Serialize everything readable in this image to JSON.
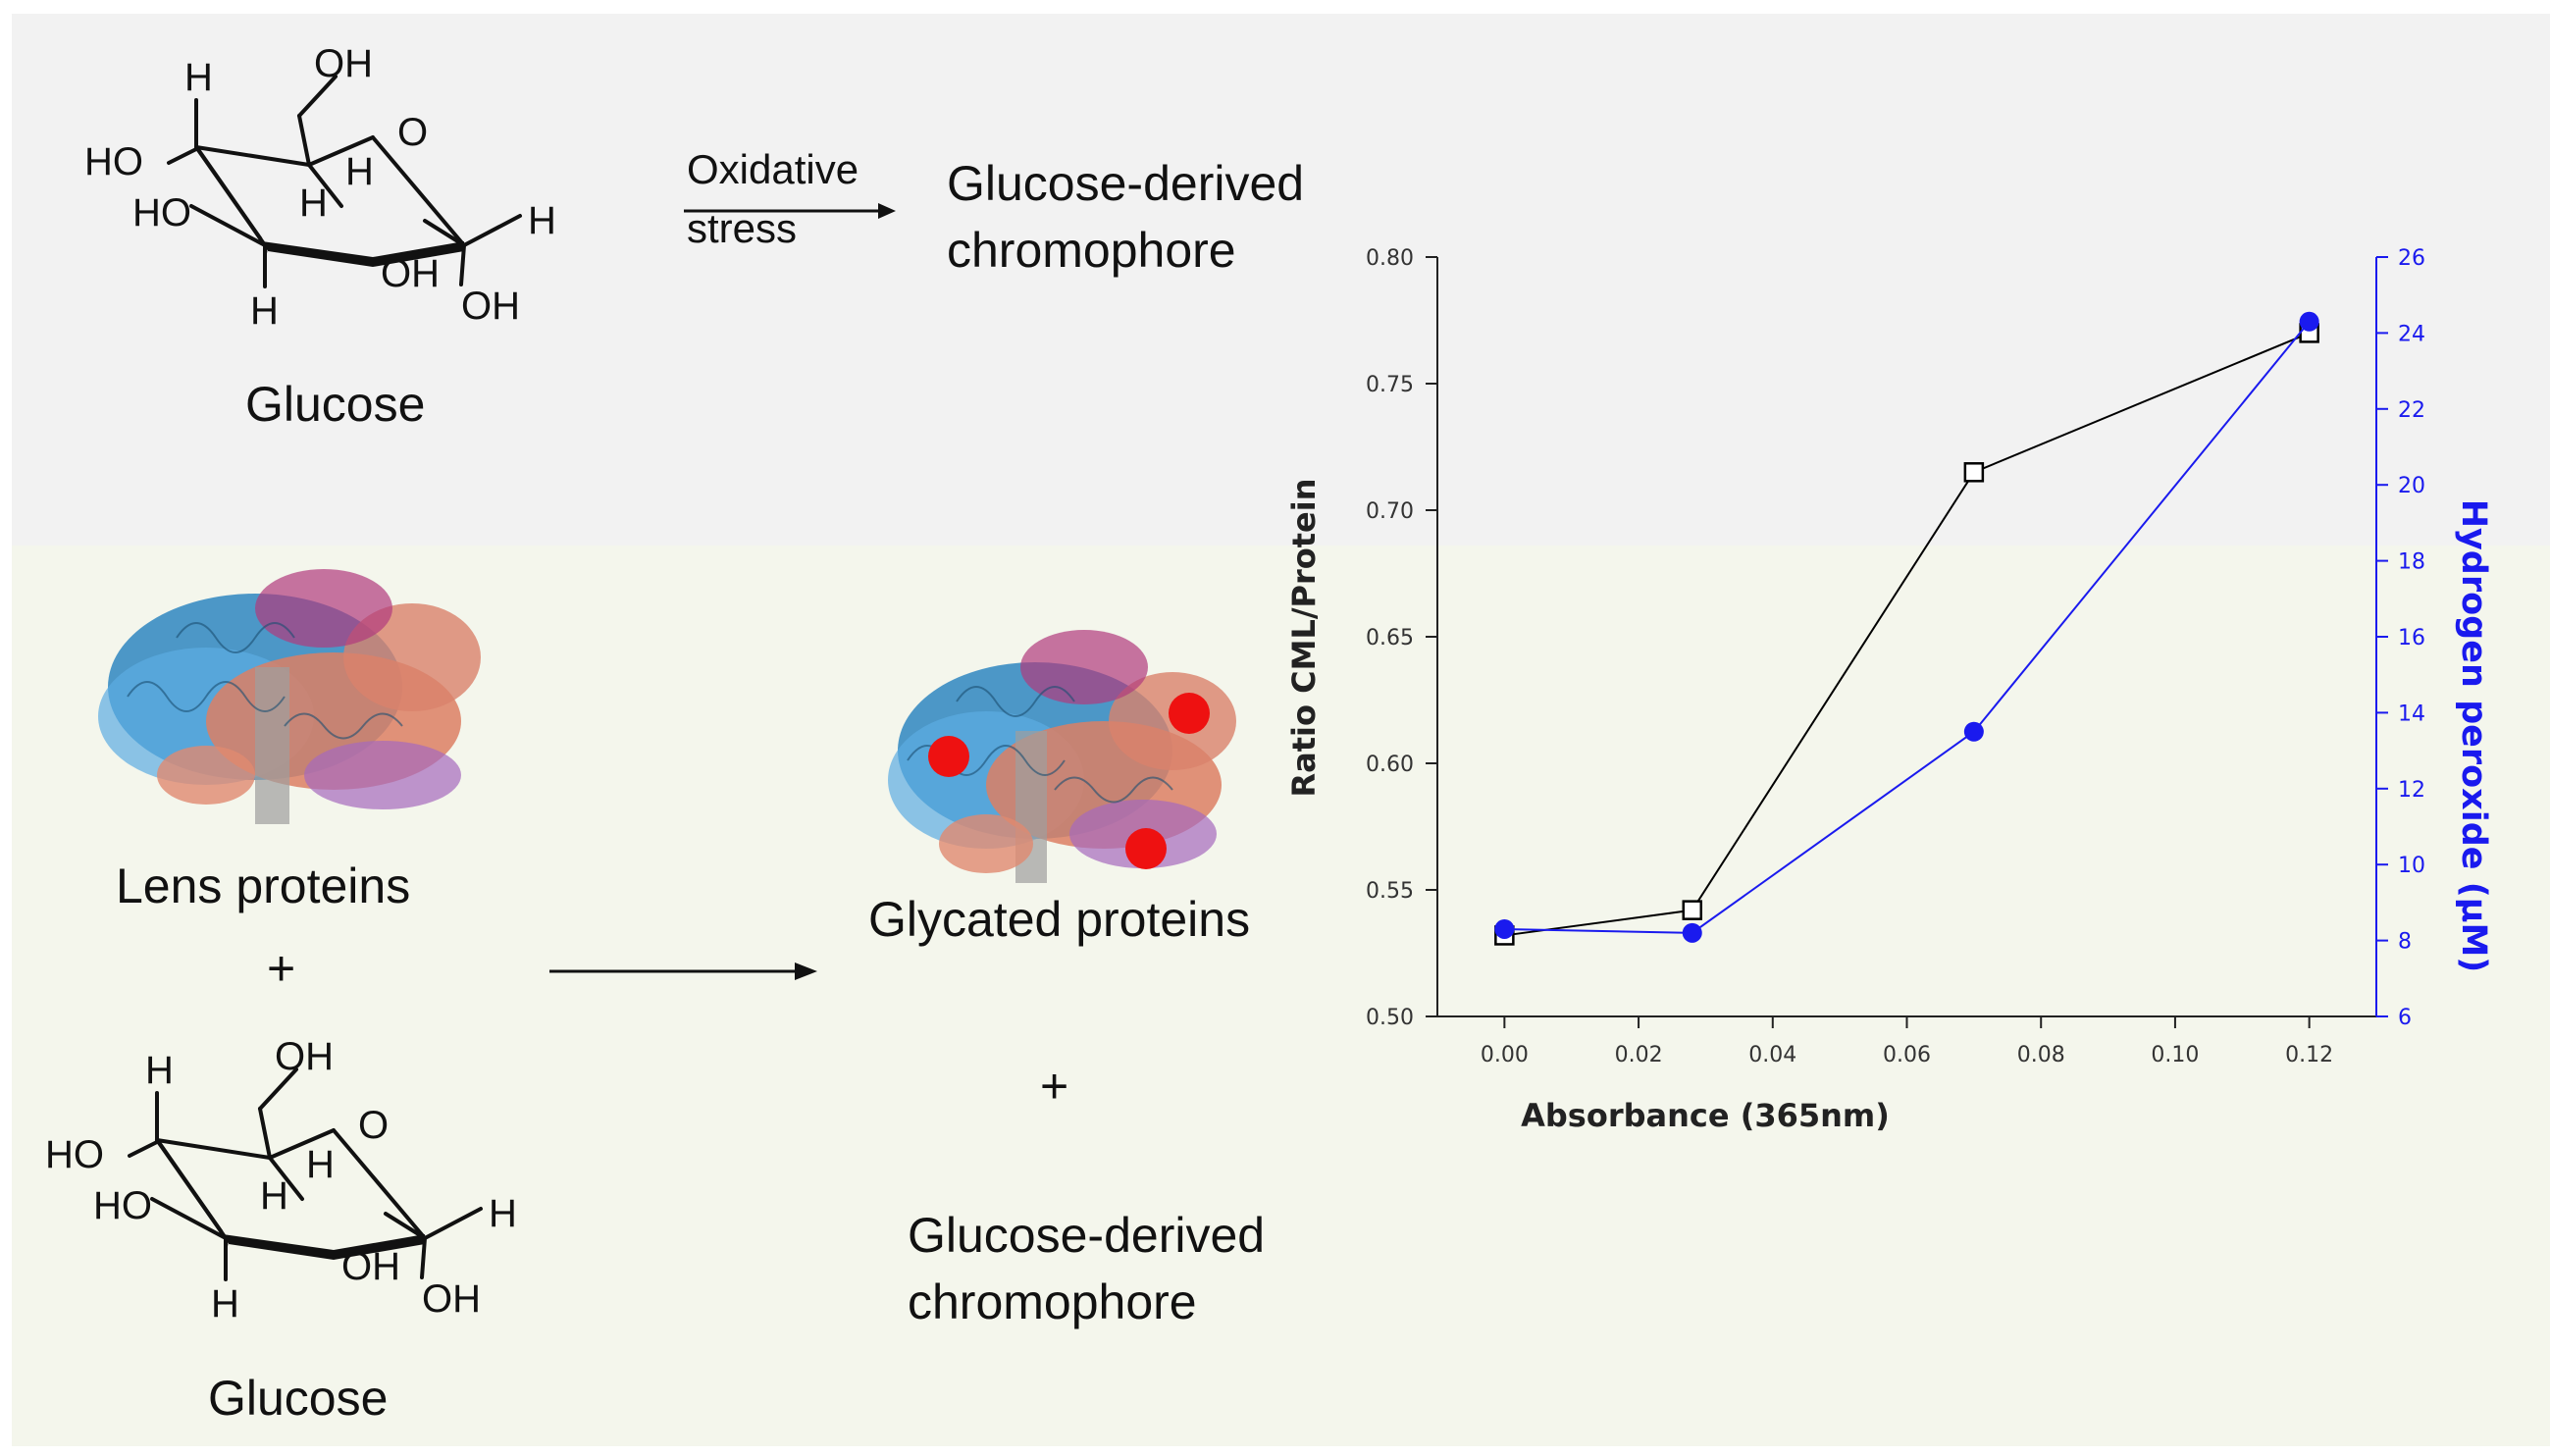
{
  "top_scheme": {
    "molecule_label": "Glucose",
    "arrow_label_line1": "Oxidative",
    "arrow_label_line2": "stress",
    "product_line1": "Glucose-derived",
    "product_line2": "chromophore"
  },
  "bottom_scheme": {
    "protein_label": "Lens proteins",
    "plus_1": "+",
    "molecule_label": "Glucose",
    "product_label": "Glycated proteins",
    "plus_2": "+",
    "product2_line1": "Glucose-derived",
    "product2_line2": "chromophore"
  },
  "glucose_atoms": {
    "h_top": "H",
    "oh_top": "OH",
    "ring_o": "O",
    "ho_1": "HO",
    "ho_2": "HO",
    "h_mid": "H",
    "h_inner": "H",
    "h_right": "H",
    "h_bottom": "H",
    "oh_bottom": "OH",
    "oh_right": "OH"
  },
  "colors": {
    "series1": "#000000",
    "series2": "#1a1aee",
    "glycation_dot": "#ee1111"
  },
  "chart_data": {
    "type": "line",
    "xlabel": "Absorbance (365nm)",
    "ylabel": "Ratio CML/Protein",
    "y2label": "Hydrogen peroxide (μM)",
    "xlim": [
      -0.01,
      0.13
    ],
    "ylim": [
      0.5,
      0.8
    ],
    "y2lim": [
      6,
      26
    ],
    "xticks": [
      "0.00",
      "0.02",
      "0.04",
      "0.06",
      "0.08",
      "0.10",
      "0.12"
    ],
    "yticks": [
      "0.50",
      "0.55",
      "0.60",
      "0.65",
      "0.70",
      "0.75",
      "0.80"
    ],
    "y2ticks": [
      "6",
      "8",
      "10",
      "12",
      "14",
      "16",
      "18",
      "20",
      "22",
      "24",
      "26"
    ],
    "series": [
      {
        "axis": "left",
        "marker": "open-square",
        "x": [
          0.0,
          0.028,
          0.07,
          0.12
        ],
        "values": [
          0.532,
          0.542,
          0.715,
          0.77
        ]
      },
      {
        "axis": "right",
        "marker": "filled-circle",
        "x": [
          0.0,
          0.028,
          0.07,
          0.12
        ],
        "values": [
          8.3,
          8.2,
          13.5,
          24.3
        ]
      }
    ]
  }
}
